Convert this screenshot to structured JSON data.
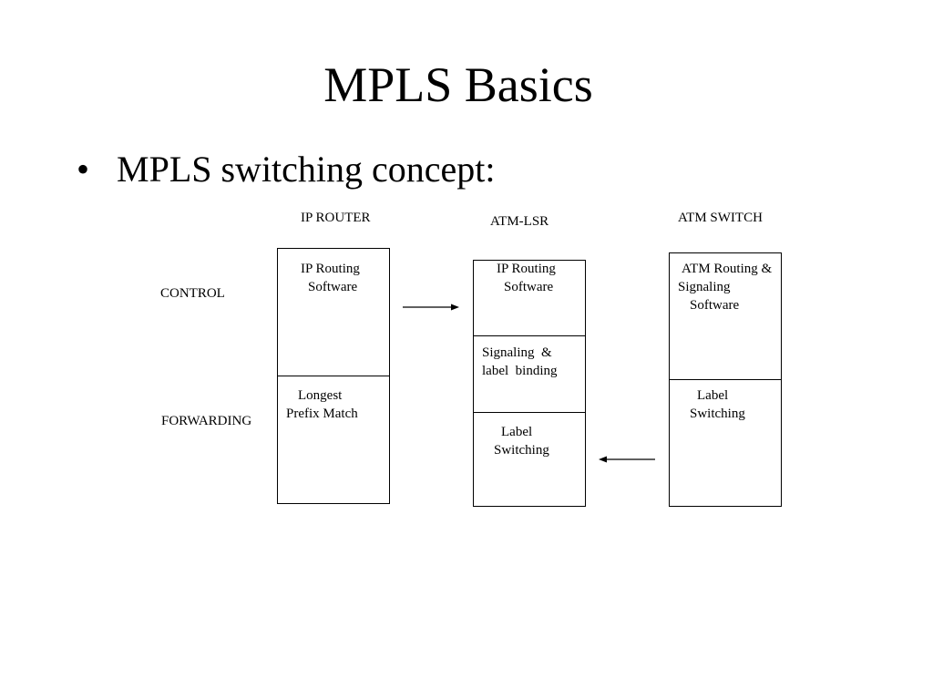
{
  "slide": {
    "title": "MPLS Basics",
    "bullet_symbol": "•",
    "bullet_text": "MPLS switching concept:"
  },
  "diagram": {
    "row_labels": {
      "control": "CONTROL",
      "forwarding": "FORWARDING"
    },
    "ip_router": {
      "heading": "IP ROUTER",
      "control_line1": "IP Routing",
      "control_line2": "Software",
      "forwarding_line1": "Longest",
      "forwarding_line2": "Prefix Match"
    },
    "atm_lsr": {
      "heading": "ATM-LSR",
      "control_line1": "IP Routing",
      "control_line2": "Software",
      "middle_line1": "Signaling  &",
      "middle_line2": "label  binding",
      "forwarding_line1": "Label",
      "forwarding_line2": "Switching"
    },
    "atm_switch": {
      "heading": "ATM SWITCH",
      "control_line1": "ATM Routing &",
      "control_line2": "Signaling",
      "control_line3": "Software",
      "forwarding_line1": "Label",
      "forwarding_line2": "Switching"
    },
    "arrows": {
      "top": "right",
      "bottom": "left"
    }
  }
}
